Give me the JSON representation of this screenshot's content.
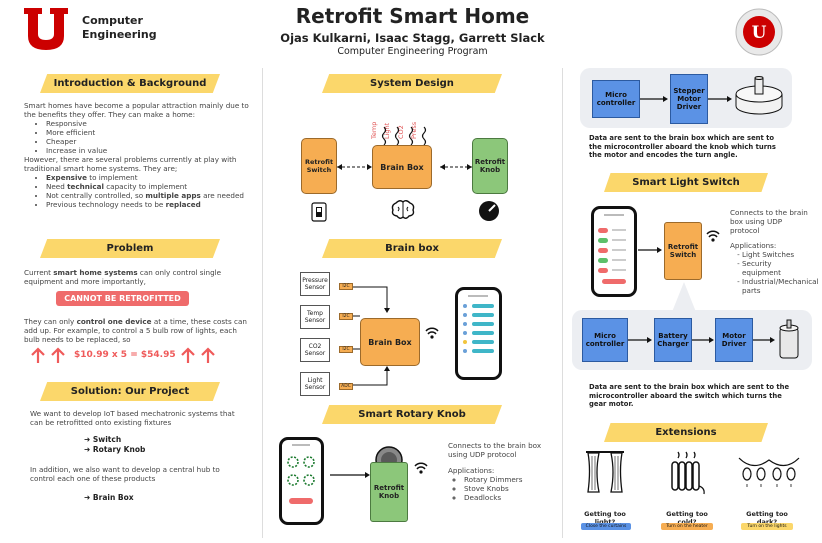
{
  "header": {
    "title": "Retrofit Smart Home",
    "authors": "Ojas Kulkarni, Isaac Stagg, Garrett Slack",
    "program": "Computer Engineering Program",
    "dept_line1": "Computer",
    "dept_line2": "Engineering",
    "logo_letter": "U"
  },
  "colors": {
    "red": "#cc0000",
    "yellow": "#fbd76b",
    "orange": "#f6ad52",
    "green": "#8cc77a",
    "blue": "#5b92e5"
  },
  "left": {
    "intro_heading": "Introduction & Background",
    "intro_p1": "Smart homes have become a popular attraction mainly due to the benefits they offer. They can make a home:",
    "intro_list": [
      "Responsive",
      "More efficient",
      "Cheaper",
      "Increase in value"
    ],
    "intro_p2": "However, there are several problems currently at play with traditional smart home systems. They are;",
    "problems": [
      {
        "bold": "Expensive",
        "rest": " to implement",
        "pre": ""
      },
      {
        "pre": "Need ",
        "bold": "technical",
        "rest": " capacity to implement"
      },
      {
        "pre": "Not centrally controlled, so ",
        "bold": "multiple apps",
        "rest": " are needed"
      },
      {
        "pre": "Previous technology needs to be ",
        "bold": "replaced",
        "rest": ""
      }
    ],
    "problem_heading": "Problem",
    "problem_p1_pre": "Current ",
    "problem_p1_bold": "smart home systems",
    "problem_p1_rest": " can only control single equipment and more importantly,",
    "cannot_label": "CANNOT BE RETROFITTED",
    "problem_p2_pre": "They can only ",
    "problem_p2_bold": "control one device",
    "problem_p2_rest": " at a time, these costs can add up. For example, to control a 5 bulb row of lights, each bulb needs to be replaced, so",
    "cost_equation": "$10.99 x 5 = $54.95",
    "solution_heading": "Solution: Our Project",
    "solution_p1": "We want to develop IoT based mechatronic systems that can be retrofitted onto existing fixtures",
    "solution_items": [
      "Switch",
      "Rotary Knob"
    ],
    "solution_p2": "In addition, we also want to develop a central hub to control each one of these products",
    "solution_hub": "Brain Box"
  },
  "middle": {
    "system_heading": "System Design",
    "retrofit_switch": "Retrofit Switch",
    "brain_box": "Brain Box",
    "retrofit_knob": "Retrofit Knob",
    "sensor_labels": [
      "Temp",
      "Light",
      "CO2",
      "Press"
    ],
    "brainbox_heading": "Brain box",
    "sensors": [
      "Pressure Sensor",
      "Temp Sensor",
      "CO2 Sensor",
      "Light Sensor"
    ],
    "bus_tags": [
      "I2C",
      "I2C",
      "I2C",
      "ADC"
    ],
    "knob_heading": "Smart Rotary Knob",
    "knob_box": "Retrofit Knob",
    "knob_desc": "Connects to the brain box using UDP protocol",
    "knob_apps_title": "Applications:",
    "knob_apps": [
      "Rotary Dimmers",
      "Stove Knobs",
      "Deadlocks"
    ]
  },
  "right": {
    "micro": "Micro controller",
    "stepper": "Stepper Motor Driver",
    "knob_caption": "Data are sent to the brain box which are sent to the microcontroller aboard the knob which turns the motor and encodes the turn angle.",
    "switch_heading": "Smart Light Switch",
    "switch_box": "Retrofit Switch",
    "switch_desc": "Connects to the brain box using UDP protocol",
    "switch_apps_title": "Applications:",
    "switch_apps": [
      "Light Switches",
      "Security equipment",
      "Industrial/Mechanical parts"
    ],
    "battery": "Battery Charger",
    "motor": "Motor Driver",
    "switch_caption": "Data are sent to the brain box which are sent to the microcontroller aboard the switch which turns the gear motor.",
    "ext_heading": "Extensions",
    "extensions": [
      {
        "question": "Getting too light?",
        "action": "Close the curtains"
      },
      {
        "question": "Getting too cold?",
        "action": "Turn on the heater"
      },
      {
        "question": "Getting too dark?",
        "action": "Turn on the lights"
      }
    ]
  }
}
